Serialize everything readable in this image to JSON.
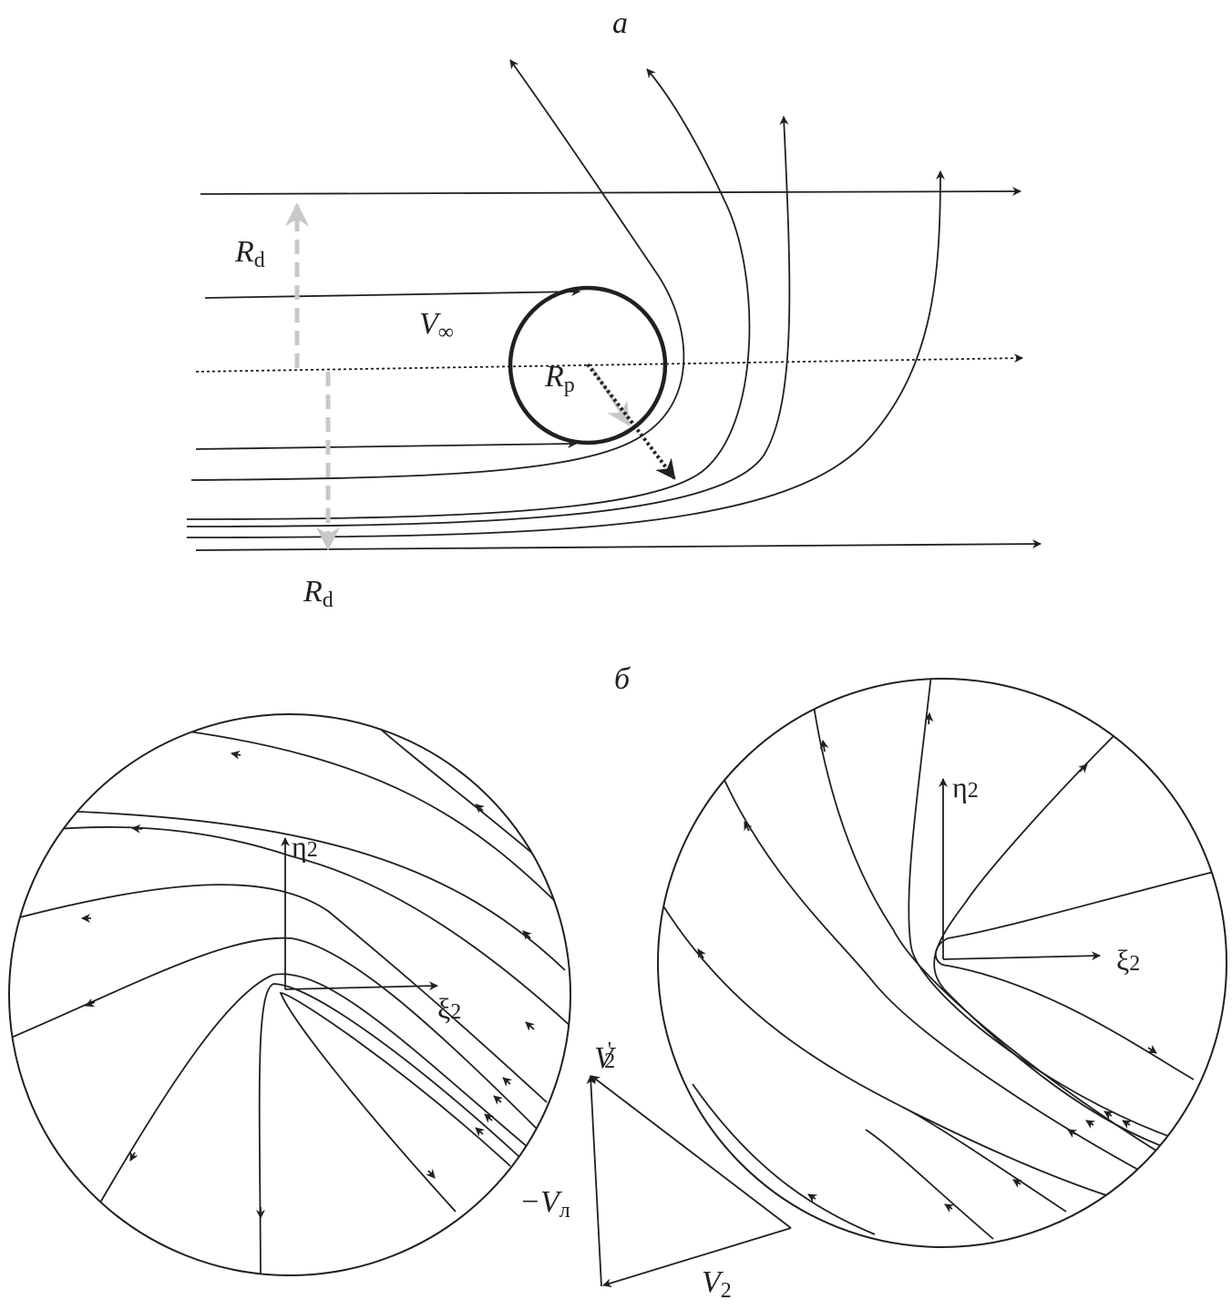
{
  "panel_a": {
    "title": "а",
    "rd_top": {
      "main": "R",
      "sub": "d"
    },
    "rd_bottom": {
      "main": "R",
      "sub": "d"
    },
    "v_inf": {
      "main": "V",
      "sub": "∞"
    },
    "rp": {
      "main": "R",
      "sub": "p"
    }
  },
  "panel_b": {
    "title": "б",
    "left": {
      "eta": "η",
      "eta_sub": "2",
      "xi": "ξ",
      "xi_sub": "2"
    },
    "right": {
      "eta": "η",
      "eta_sub": "2",
      "xi": "ξ",
      "xi_sub": "2"
    },
    "triangle": {
      "v2prime": {
        "main": "V",
        "sub": "2",
        "prime": "'"
      },
      "minus_vl": {
        "main": "−V",
        "sub": "л"
      },
      "v2": {
        "main": "V",
        "sub": "2"
      }
    }
  },
  "colors": {
    "ink": "#231f20",
    "gray_arrow": "#c8c8c8"
  }
}
